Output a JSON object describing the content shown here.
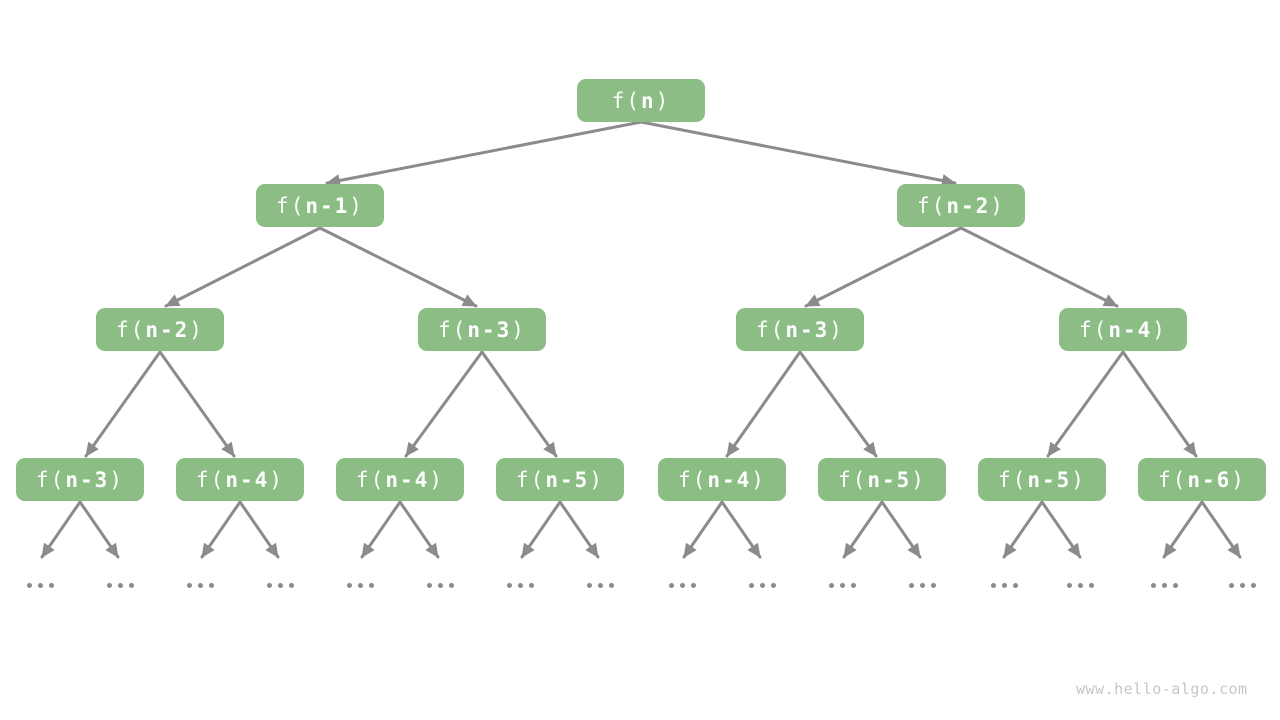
{
  "watermark": "www.hello-algo.com",
  "colors": {
    "node_fill": "#8bbd85",
    "node_text": "#ffffff",
    "edge": "#8b8b8b",
    "leaf_dot": "#8b8b8b",
    "watermark_text": "#c6c6c6"
  },
  "diagram_type": "recursion-tree",
  "nodes": [
    {
      "level": 0,
      "label": "f(n)",
      "pre": "f(",
      "arg": "n",
      "post": ")"
    },
    {
      "level": 1,
      "label": "f(n-1)",
      "pre": "f(",
      "arg": "n-1",
      "post": ")"
    },
    {
      "level": 1,
      "label": "f(n-2)",
      "pre": "f(",
      "arg": "n-2",
      "post": ")"
    },
    {
      "level": 2,
      "label": "f(n-2)",
      "pre": "f(",
      "arg": "n-2",
      "post": ")"
    },
    {
      "level": 2,
      "label": "f(n-3)",
      "pre": "f(",
      "arg": "n-3",
      "post": ")"
    },
    {
      "level": 2,
      "label": "f(n-3)",
      "pre": "f(",
      "arg": "n-3",
      "post": ")"
    },
    {
      "level": 2,
      "label": "f(n-4)",
      "pre": "f(",
      "arg": "n-4",
      "post": ")"
    },
    {
      "level": 3,
      "label": "f(n-3)",
      "pre": "f(",
      "arg": "n-3",
      "post": ")"
    },
    {
      "level": 3,
      "label": "f(n-4)",
      "pre": "f(",
      "arg": "n-4",
      "post": ")"
    },
    {
      "level": 3,
      "label": "f(n-4)",
      "pre": "f(",
      "arg": "n-4",
      "post": ")"
    },
    {
      "level": 3,
      "label": "f(n-5)",
      "pre": "f(",
      "arg": "n-5",
      "post": ")"
    },
    {
      "level": 3,
      "label": "f(n-4)",
      "pre": "f(",
      "arg": "n-4",
      "post": ")"
    },
    {
      "level": 3,
      "label": "f(n-5)",
      "pre": "f(",
      "arg": "n-5",
      "post": ")"
    },
    {
      "level": 3,
      "label": "f(n-5)",
      "pre": "f(",
      "arg": "n-5",
      "post": ")"
    },
    {
      "level": 3,
      "label": "f(n-6)",
      "pre": "f(",
      "arg": "n-6",
      "post": ")"
    }
  ],
  "leaves": {
    "label": "...",
    "count": 16
  }
}
